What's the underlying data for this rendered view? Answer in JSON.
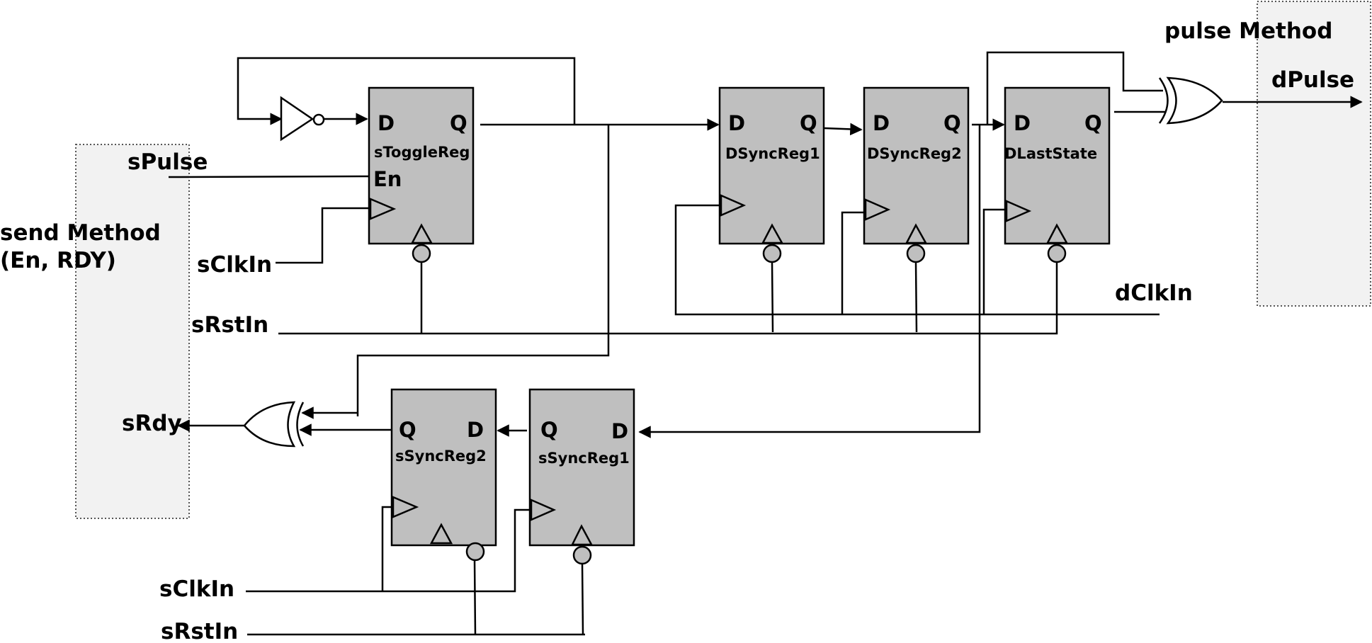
{
  "methods": {
    "send": {
      "title_line1": "send Method",
      "title_line2": "(En, RDY)"
    },
    "pulse": {
      "title": "pulse Method"
    }
  },
  "signals": {
    "sPulse": "sPulse",
    "sClkIn_top": "sClkIn",
    "sRstIn_top": "sRstIn",
    "sRdy": "sRdy",
    "sClkIn_bottom": "sClkIn",
    "sRstIn_bottom": "sRstIn",
    "dClkIn": "dClkIn",
    "dPulse": "dPulse"
  },
  "registers": [
    {
      "id": "sToggleReg",
      "name": "sToggleReg",
      "d": "D",
      "q": "Q",
      "en": "En"
    },
    {
      "id": "DSyncReg1",
      "name": "DSyncReg1",
      "d": "D",
      "q": "Q"
    },
    {
      "id": "DSyncReg2",
      "name": "DSyncReg2",
      "d": "D",
      "q": "Q"
    },
    {
      "id": "DLastState",
      "name": "DLastState",
      "d": "D",
      "q": "Q"
    },
    {
      "id": "sSyncReg2",
      "name": "sSyncReg2",
      "d": "D",
      "q": "Q"
    },
    {
      "id": "sSyncReg1",
      "name": "sSyncReg1",
      "d": "D",
      "q": "Q"
    }
  ],
  "colors": {
    "register_fill": "#bfbfbf",
    "method_fill": "#f2f2f2",
    "line": "#000000"
  }
}
